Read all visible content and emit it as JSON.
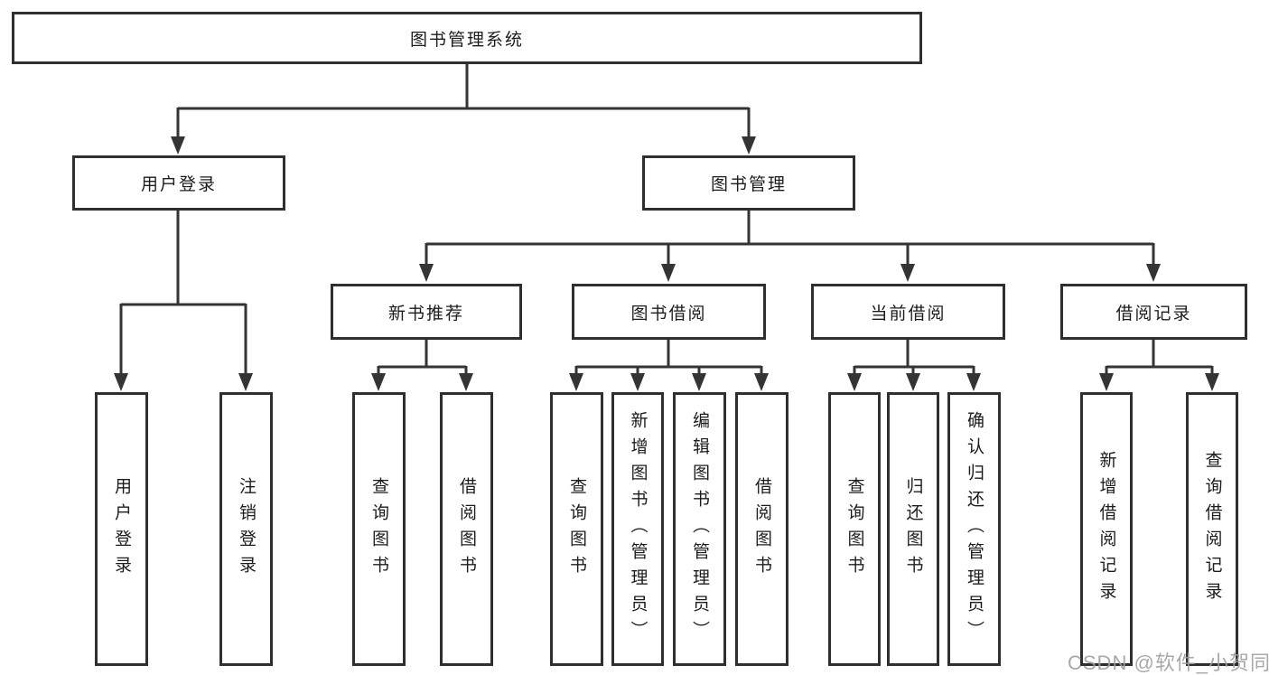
{
  "diagram": {
    "root": {
      "label": "图书管理系统"
    },
    "level2": [
      {
        "label": "用户登录"
      },
      {
        "label": "图书管理"
      }
    ],
    "level3": [
      {
        "label": "新书推荐"
      },
      {
        "label": "图书借阅"
      },
      {
        "label": "当前借阅"
      },
      {
        "label": "借阅记录"
      }
    ],
    "leaves": [
      "用户登录",
      "注销登录",
      "查询图书",
      "借阅图书",
      "查询图书",
      "新增图书（管理员）",
      "编辑图书（管理员）",
      "借阅图书",
      "查询图书",
      "归还图书",
      "确认归还（管理员）",
      "新增借阅记录",
      "查询借阅记录"
    ],
    "colors": {
      "line": "#343434",
      "border": "#2f2f2f",
      "text": "#1c1c1c",
      "background": "#ffffff",
      "watermark": "#9e9e9e"
    }
  },
  "watermark": {
    "text": "CSDN @软件_小贺同学"
  }
}
